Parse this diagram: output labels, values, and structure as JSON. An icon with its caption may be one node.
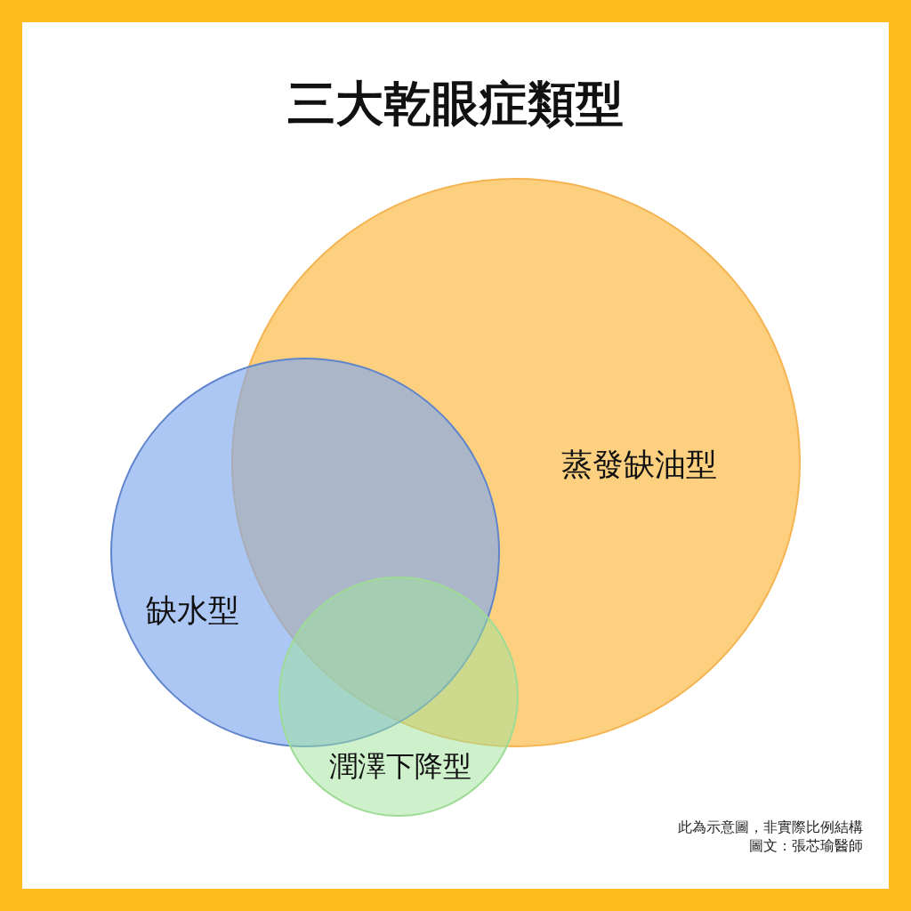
{
  "diagram": {
    "title": "三大乾眼症類型",
    "nodes": [
      {
        "text": [
          "蒸發缺油型"
        ]
      },
      {
        "text": [
          "缺水型"
        ]
      },
      {
        "text": [
          "潤澤下降型"
        ]
      }
    ],
    "labels": [
      "此為示意圖，非實際比例結構",
      "圖文：張芯瑜醫師"
    ]
  }
}
